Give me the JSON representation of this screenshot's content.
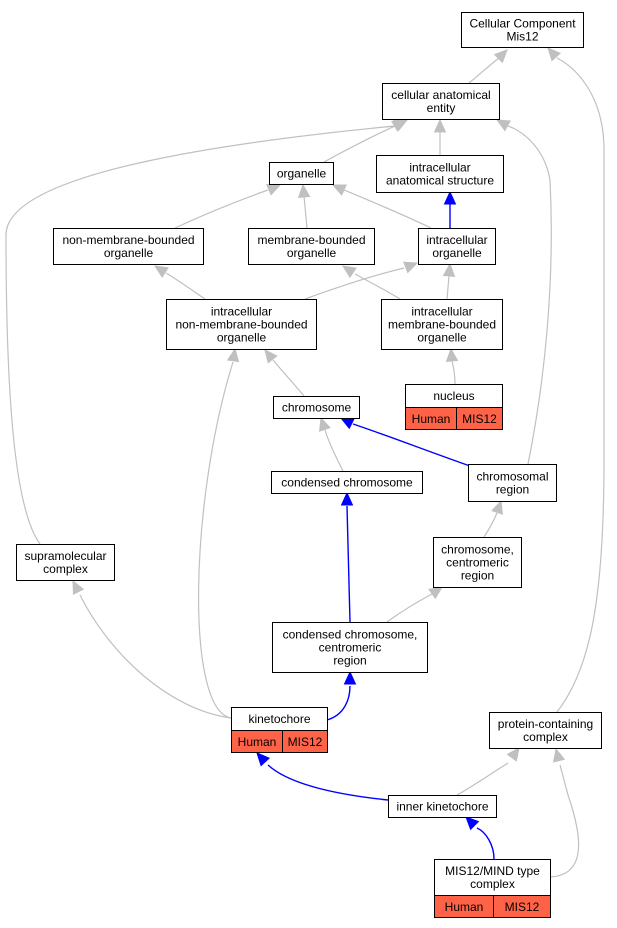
{
  "colors": {
    "is_a_edge": "#c0c0c0",
    "part_of_edge": "#0000ff",
    "annotation_fill": "#ff6347",
    "node_stroke": "#000000",
    "node_fill": "#ffffff"
  },
  "nodes": [
    {
      "id": "cellular-component-mis12",
      "lines": [
        "Cellular Component",
        "Mis12"
      ]
    },
    {
      "id": "cellular-anatomical-entity",
      "lines": [
        "cellular anatomical",
        "entity"
      ]
    },
    {
      "id": "organelle",
      "lines": [
        "organelle"
      ]
    },
    {
      "id": "intracellular-anatomical-structure",
      "lines": [
        "intracellular",
        "anatomical structure"
      ]
    },
    {
      "id": "non-membrane-bounded-organelle",
      "lines": [
        "non-membrane-bounded",
        "organelle"
      ]
    },
    {
      "id": "membrane-bounded-organelle",
      "lines": [
        "membrane-bounded",
        "organelle"
      ]
    },
    {
      "id": "intracellular-organelle",
      "lines": [
        "intracellular",
        "organelle"
      ]
    },
    {
      "id": "intracellular-non-membrane-bounded-organelle",
      "lines": [
        "intracellular",
        "non-membrane-bounded",
        "organelle"
      ]
    },
    {
      "id": "intracellular-membrane-bounded-organelle",
      "lines": [
        "intracellular",
        "membrane-bounded",
        "organelle"
      ]
    },
    {
      "id": "nucleus",
      "lines": [
        "nucleus"
      ],
      "annotations": [
        "Human",
        "MIS12"
      ]
    },
    {
      "id": "chromosome",
      "lines": [
        "chromosome"
      ]
    },
    {
      "id": "condensed-chromosome",
      "lines": [
        "condensed chromosome"
      ]
    },
    {
      "id": "chromosomal-region",
      "lines": [
        "chromosomal",
        "region"
      ]
    },
    {
      "id": "supramolecular-complex",
      "lines": [
        "supramolecular",
        "complex"
      ]
    },
    {
      "id": "chromosome-centromeric-region",
      "lines": [
        "chromosome,",
        "centromeric",
        "region"
      ]
    },
    {
      "id": "condensed-chromosome-centromeric-region",
      "lines": [
        "condensed chromosome,",
        "centromeric",
        "region"
      ]
    },
    {
      "id": "kinetochore",
      "lines": [
        "kinetochore"
      ],
      "annotations": [
        "Human",
        "MIS12"
      ]
    },
    {
      "id": "protein-containing-complex",
      "lines": [
        "protein-containing",
        "complex"
      ]
    },
    {
      "id": "inner-kinetochore",
      "lines": [
        "inner kinetochore"
      ]
    },
    {
      "id": "mis12-mind-type-complex",
      "lines": [
        "MIS12/MIND type",
        "complex"
      ],
      "annotations": [
        "Human",
        "MIS12"
      ]
    }
  ],
  "edges": [
    {
      "from": "cellular-anatomical-entity",
      "to": "cellular-component-mis12",
      "type": "is_a"
    },
    {
      "from": "organelle",
      "to": "cellular-anatomical-entity",
      "type": "is_a"
    },
    {
      "from": "intracellular-anatomical-structure",
      "to": "cellular-anatomical-entity",
      "type": "is_a"
    },
    {
      "from": "non-membrane-bounded-organelle",
      "to": "organelle",
      "type": "is_a"
    },
    {
      "from": "membrane-bounded-organelle",
      "to": "organelle",
      "type": "is_a"
    },
    {
      "from": "intracellular-organelle",
      "to": "organelle",
      "type": "is_a"
    },
    {
      "from": "intracellular-organelle",
      "to": "intracellular-anatomical-structure",
      "type": "part_of"
    },
    {
      "from": "intracellular-non-membrane-bounded-organelle",
      "to": "non-membrane-bounded-organelle",
      "type": "is_a"
    },
    {
      "from": "intracellular-non-membrane-bounded-organelle",
      "to": "intracellular-organelle",
      "type": "is_a"
    },
    {
      "from": "intracellular-membrane-bounded-organelle",
      "to": "membrane-bounded-organelle",
      "type": "is_a"
    },
    {
      "from": "intracellular-membrane-bounded-organelle",
      "to": "intracellular-organelle",
      "type": "is_a"
    },
    {
      "from": "nucleus",
      "to": "intracellular-membrane-bounded-organelle",
      "type": "is_a"
    },
    {
      "from": "chromosome",
      "to": "intracellular-non-membrane-bounded-organelle",
      "type": "is_a"
    },
    {
      "from": "condensed-chromosome",
      "to": "chromosome",
      "type": "is_a"
    },
    {
      "from": "chromosomal-region",
      "to": "chromosome",
      "type": "part_of"
    },
    {
      "from": "chromosomal-region",
      "to": "cellular-anatomical-entity",
      "type": "is_a"
    },
    {
      "from": "supramolecular-complex",
      "to": "cellular-anatomical-entity",
      "type": "is_a"
    },
    {
      "from": "chromosome-centromeric-region",
      "to": "chromosomal-region",
      "type": "is_a"
    },
    {
      "from": "condensed-chromosome-centromeric-region",
      "to": "chromosome-centromeric-region",
      "type": "is_a"
    },
    {
      "from": "condensed-chromosome-centromeric-region",
      "to": "condensed-chromosome",
      "type": "part_of"
    },
    {
      "from": "kinetochore",
      "to": "condensed-chromosome-centromeric-region",
      "type": "part_of"
    },
    {
      "from": "kinetochore",
      "to": "supramolecular-complex",
      "type": "is_a"
    },
    {
      "from": "kinetochore",
      "to": "intracellular-non-membrane-bounded-organelle",
      "type": "is_a"
    },
    {
      "from": "protein-containing-complex",
      "to": "cellular-component-mis12",
      "type": "is_a"
    },
    {
      "from": "inner-kinetochore",
      "to": "kinetochore",
      "type": "part_of"
    },
    {
      "from": "inner-kinetochore",
      "to": "protein-containing-complex",
      "type": "is_a"
    },
    {
      "from": "mis12-mind-type-complex",
      "to": "inner-kinetochore",
      "type": "part_of"
    },
    {
      "from": "mis12-mind-type-complex",
      "to": "protein-containing-complex",
      "type": "is_a"
    }
  ]
}
